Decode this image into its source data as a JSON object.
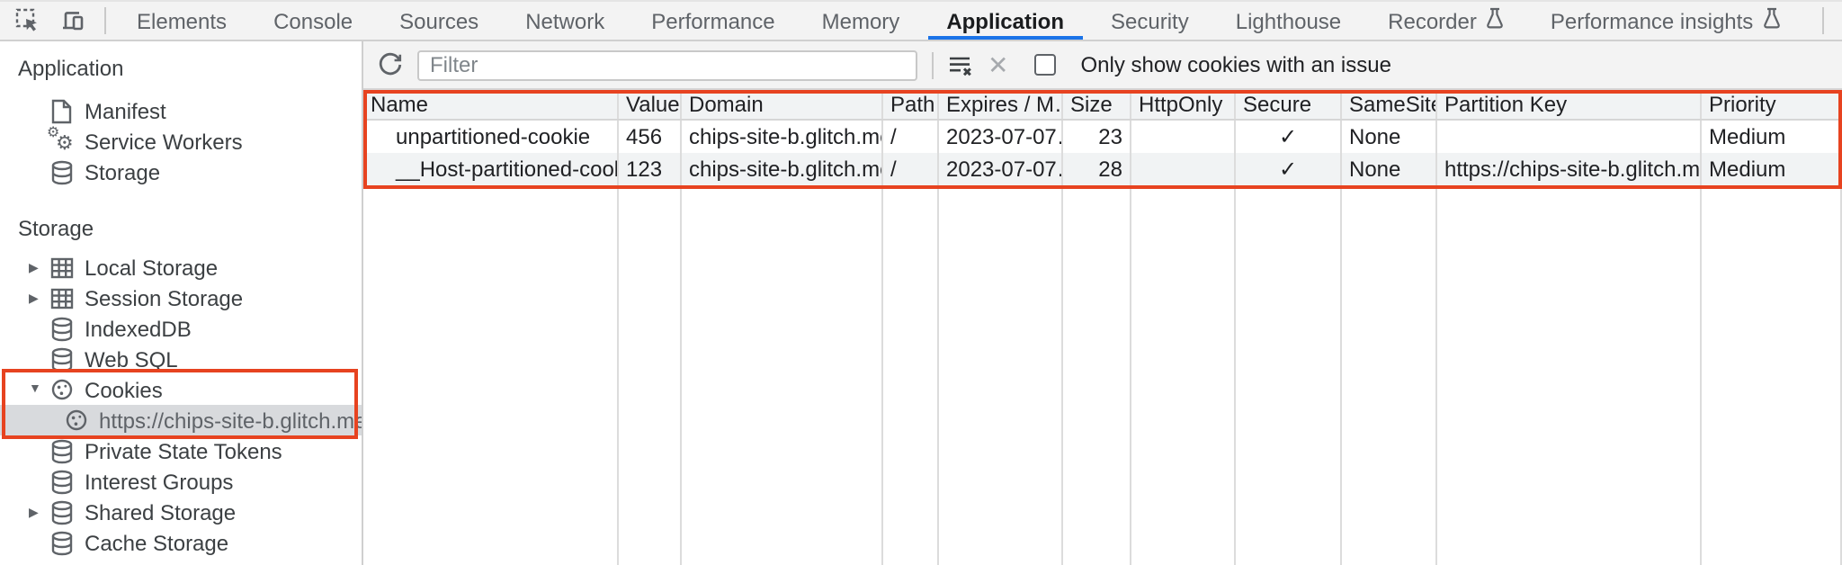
{
  "window": {
    "title": "Chrome DevTools — Application panel",
    "active_tab": "Application"
  },
  "tabs": {
    "items": [
      {
        "label": "Elements"
      },
      {
        "label": "Console"
      },
      {
        "label": "Sources"
      },
      {
        "label": "Network"
      },
      {
        "label": "Performance"
      },
      {
        "label": "Memory"
      },
      {
        "label": "Application",
        "active": true
      },
      {
        "label": "Security"
      },
      {
        "label": "Lighthouse"
      },
      {
        "label": "Recorder",
        "flask_icon": true
      },
      {
        "label": "Performance insights",
        "flask_icon": true
      }
    ]
  },
  "glyphs": {
    "gear": "⚙",
    "kebab": "⋮",
    "close": "✕",
    "dim_x": "✕",
    "check": "✓",
    "collapsed": "▶",
    "expanded": "▼"
  },
  "sidebar": {
    "sections": [
      {
        "title": "Application",
        "items": [
          {
            "label": "Manifest",
            "icon": "document-icon"
          },
          {
            "label": "Service Workers",
            "icon": "gears-icon"
          },
          {
            "label": "Storage",
            "icon": "database-icon"
          }
        ]
      },
      {
        "title": "Storage",
        "items": [
          {
            "label": "Local Storage",
            "icon": "table-icon",
            "expander": "collapsed"
          },
          {
            "label": "Session Storage",
            "icon": "table-icon",
            "expander": "collapsed"
          },
          {
            "label": "IndexedDB",
            "icon": "database-icon"
          },
          {
            "label": "Web SQL",
            "icon": "database-icon"
          },
          {
            "label": "Cookies",
            "icon": "cookie-icon",
            "expander": "expanded",
            "highlighted": true
          },
          {
            "label": "https://chips-site-b.glitch.me",
            "icon": "cookie-icon",
            "child": true,
            "selected": true
          },
          {
            "label": "Private State Tokens",
            "icon": "database-icon"
          },
          {
            "label": "Interest Groups",
            "icon": "database-icon"
          },
          {
            "label": "Shared Storage",
            "icon": "database-icon",
            "expander": "collapsed"
          },
          {
            "label": "Cache Storage",
            "icon": "database-icon"
          }
        ]
      }
    ]
  },
  "filter_bar": {
    "placeholder": "Filter",
    "checkbox_label": "Only show cookies with an issue",
    "checkbox_checked": false
  },
  "cookie_table": {
    "columns": [
      "Name",
      "Value",
      "Domain",
      "Path",
      "Expires / M…",
      "Size",
      "HttpOnly",
      "Secure",
      "SameSite",
      "Partition Key",
      "Priority"
    ],
    "rows": [
      {
        "name": "unpartitioned-cookie",
        "value": "456",
        "domain": "chips-site-b.glitch.me",
        "path": "/",
        "expires": "2023-07-07…",
        "size": "23",
        "http_only": "",
        "secure": "✓",
        "same_site": "None",
        "partition_key": "",
        "priority": "Medium"
      },
      {
        "name": "__Host-partitioned-cookie",
        "value": "123",
        "domain": "chips-site-b.glitch.me",
        "path": "/",
        "expires": "2023-07-07…",
        "size": "28",
        "http_only": "",
        "secure": "✓",
        "same_site": "None",
        "partition_key": "https://chips-site-b.glitch.me",
        "priority": "Medium"
      }
    ]
  },
  "colors": {
    "accent_blue": "#1a73e8",
    "annotation_red": "#e74320",
    "selection_gray": "#d8dadd",
    "toolbar_bg": "#f3f3f3",
    "stripe_bg": "#f1f3f4"
  },
  "annotations": {
    "highlight_boxes": [
      "cookie-table-rows",
      "cookies-tree-section"
    ]
  }
}
